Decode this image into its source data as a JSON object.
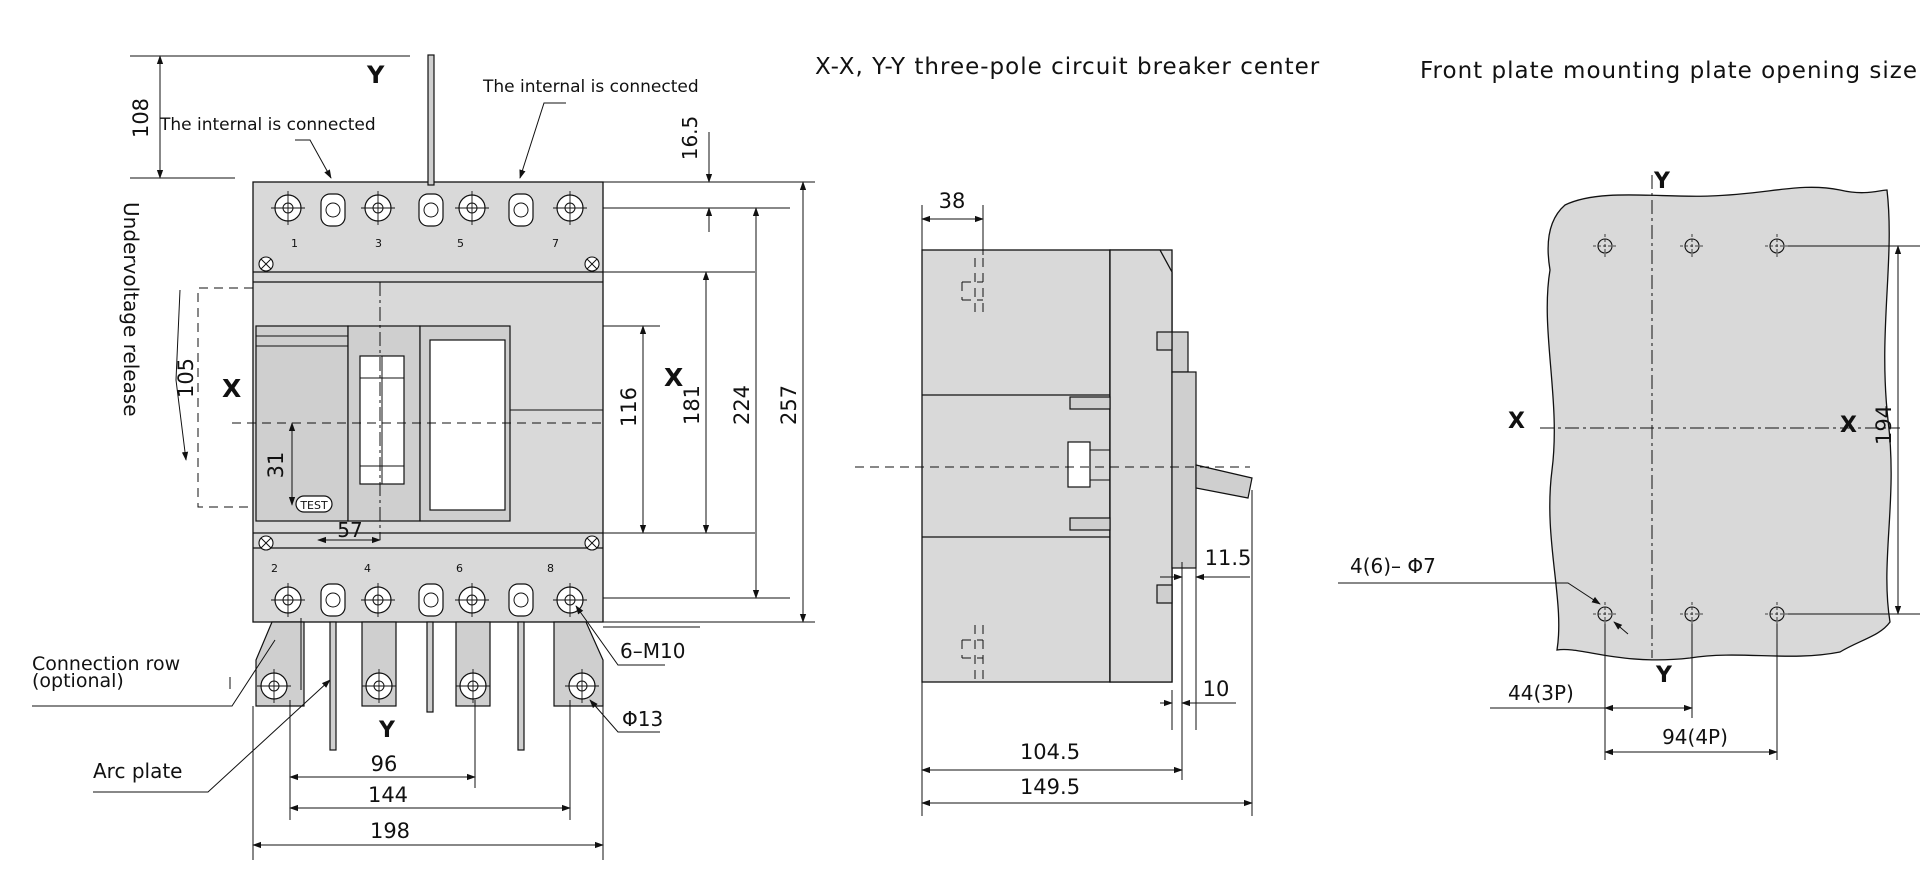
{
  "headers": {
    "side_view_title": "X-X, Y-Y three-pole circuit breaker center",
    "panel_title": "Front plate mounting plate opening size"
  },
  "front_view": {
    "axis_x": "X",
    "axis_y": "Y",
    "label_internal_left": "The internal is connected",
    "label_internal_right": "The internal is connected",
    "label_undervoltage": "Undervoltage release",
    "label_connection_row_1": "Connection row",
    "label_connection_row_2": "(optional)",
    "label_arc_plate": "Arc plate",
    "label_test": "TEST",
    "label_thread": "6–M10",
    "label_hole": "Φ13",
    "terminals_top": [
      "1",
      "3",
      "5",
      "7"
    ],
    "terminals_bottom": [
      "2",
      "4",
      "6",
      "8"
    ],
    "dims": {
      "d108": "108",
      "d16_5": "16.5",
      "d105": "105",
      "d31": "31",
      "d57": "57",
      "d116": "116",
      "d181": "181",
      "d224": "224",
      "d257": "257",
      "d96": "96",
      "d144": "144",
      "d198": "198"
    }
  },
  "side_view": {
    "dims": {
      "d38": "38",
      "d11_5": "11.5",
      "d10": "10",
      "d104_5": "104.5",
      "d149_5": "149.5"
    }
  },
  "mounting_panel": {
    "axis_x": "X",
    "axis_y": "Y",
    "label_holes": "4(6)– Φ7",
    "dims": {
      "d194": "194",
      "d44": "44(3P)",
      "d94": "94(4P)"
    }
  }
}
